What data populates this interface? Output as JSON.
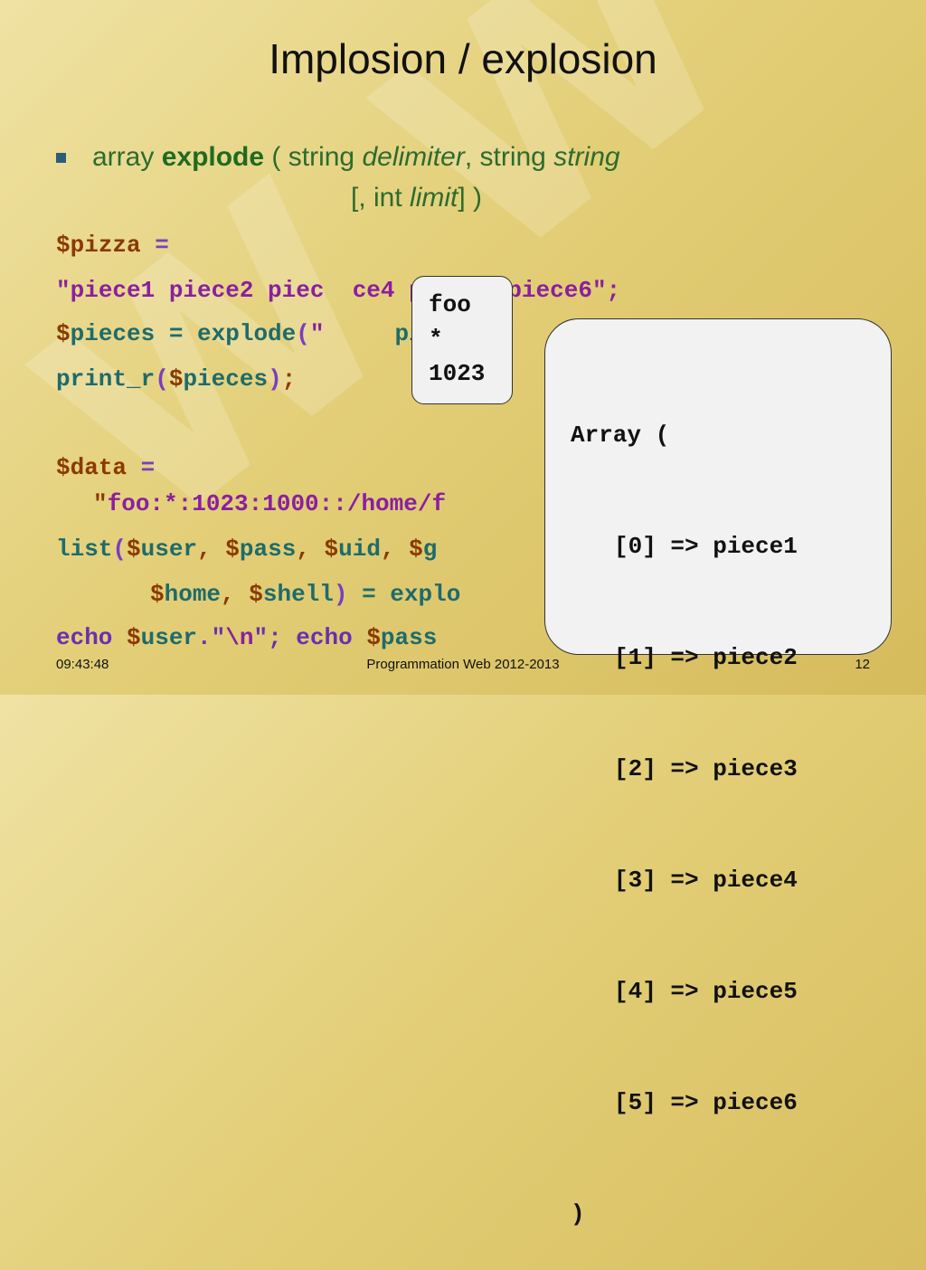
{
  "title": "Implosion / explosion",
  "bullet": {
    "array": "array",
    "explode": "explode",
    "paren_open": "( string",
    "delimiter": "delimiter",
    "comma_string": ", string",
    "string": "string",
    "line2_a": "[, int",
    "limit": "limit",
    "line2_b": "] )"
  },
  "code": {
    "l1_dollar": "$",
    "l1_var": "pizza",
    "l1_eq": " =",
    "l2_q": "\"",
    "l2_str": "piece1 piece2 piec",
    "l2_str2": "ce4 piece5 piece6",
    "l2_end": "\";",
    "l3_dollar": "$",
    "l3_var": "pieces",
    "l3_rest": " = explode",
    "l3_p": "(",
    "l3_q": "\"",
    "l3_tail": " ",
    "l3_piz": "piz",
    "l4_fn": "print_r",
    "l4_p1": "(",
    "l4_dollar": "$",
    "l4_var": "pieces",
    "l4_p2": ")",
    "l4_semi": ";",
    "l5_dollar": "$",
    "l5_var": "data",
    "l5_eq": " =",
    "l6_q": "\"",
    "l6_str": "foo:*:1023:1000::/home/f",
    "l7_fn": "list",
    "l7_p": "(",
    "l7_d1": "$",
    "l7_v1": "user",
    "l7_c1": ", ",
    "l7_d2": "$",
    "l7_v2": "pass",
    "l7_c2": ", ",
    "l7_d3": "$",
    "l7_v3": "uid",
    "l7_c3": ", ",
    "l7_d4": "$",
    "l7_v4": "g",
    "l8_d1": "$",
    "l8_v1": "home",
    "l8_c": ", ",
    "l8_d2": "$",
    "l8_v2": "shell",
    "l8_p": ")",
    "l8_rest": " = explo",
    "l9_echo": "echo ",
    "l9_d": "$",
    "l9_v": "user",
    "l9_dot": ".\"",
    "l9_nl": "\\n",
    "l9_end": "\"; echo ",
    "l9_d2": "$",
    "l9_v2": "pass"
  },
  "foo_box": {
    "line1": "foo",
    "line2": "*",
    "line3": "1023"
  },
  "array_box": {
    "open": "Array (",
    "items": [
      "[0] => piece1",
      "[1] => piece2",
      "[2] => piece3",
      "[3] => piece4",
      "[4] => piece5",
      "[5] => piece6"
    ],
    "close": ")"
  },
  "footer": {
    "time": "09:43:48",
    "course": "Programmation Web 2012-2013",
    "page": "12"
  }
}
